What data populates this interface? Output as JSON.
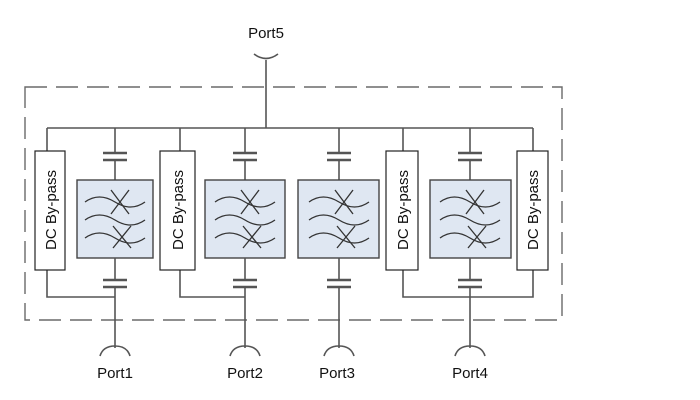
{
  "ports": {
    "top": "Port5",
    "bottom": [
      "Port1",
      "Port2",
      "Port3",
      "Port4"
    ]
  },
  "bypass_label": "DC By-pass",
  "bypass_count": 4,
  "filter_count": 4,
  "colors": {
    "filter_fill": "#dfe7f2",
    "wire": "#555555",
    "dashed_outline": "#6a6a6a"
  }
}
